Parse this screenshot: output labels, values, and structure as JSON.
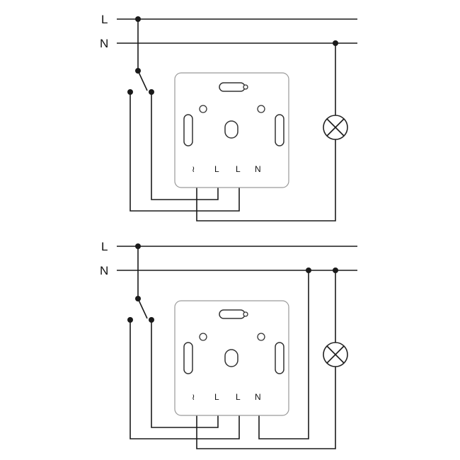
{
  "rails": {
    "line": "L",
    "neutral": "N"
  },
  "terminals": {
    "tilde": "≀",
    "l1": "L",
    "l2": "L",
    "n": "N"
  }
}
